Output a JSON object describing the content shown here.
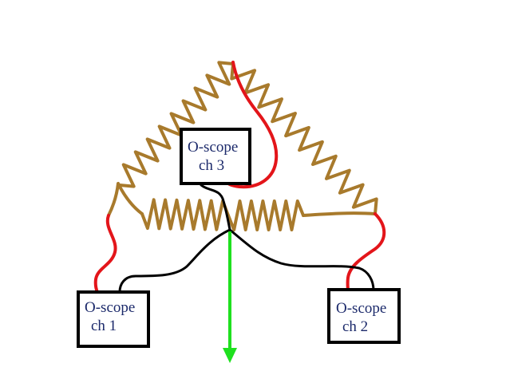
{
  "colors": {
    "coil": "#a87a2c",
    "lead": "#e3151a",
    "ground": "#000000",
    "arrow": "#1fe01f",
    "box_text": "#1c2a6b"
  },
  "scopes": [
    {
      "id": "ch1",
      "line1": "O-scope",
      "line2": "ch 1"
    },
    {
      "id": "ch2",
      "line1": "O-scope",
      "line2": "ch 2"
    },
    {
      "id": "ch3",
      "line1": "O-scope",
      "line2": "ch 3"
    }
  ]
}
